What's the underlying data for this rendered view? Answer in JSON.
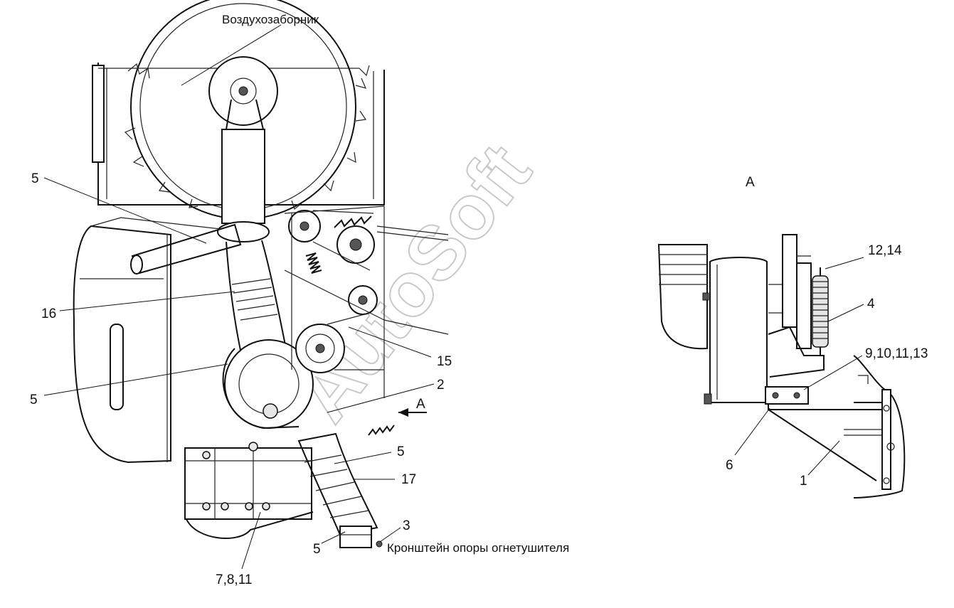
{
  "labels": {
    "air_intake": "Воздухозаборник",
    "view_a_title": "А",
    "arrow_a": "А",
    "p5_upper": "5",
    "p16": "16",
    "p5_left": "5",
    "p15": "15",
    "p2": "2",
    "p5_right": "5",
    "p17": "17",
    "p3": "3",
    "p5_bottom": "5",
    "extinguisher_bracket": "Кронштейн опоры огнетушителя",
    "p7_8_11": "7,8,11",
    "p12_14": "12,14",
    "p4": "4",
    "p9_10_11_13": "9,10,11,13",
    "p6": "6",
    "p1": "1"
  },
  "watermark": "AutoSoft",
  "colors": {
    "line": "#111111",
    "watermark": "#c9c9c9",
    "background": "#ffffff"
  }
}
